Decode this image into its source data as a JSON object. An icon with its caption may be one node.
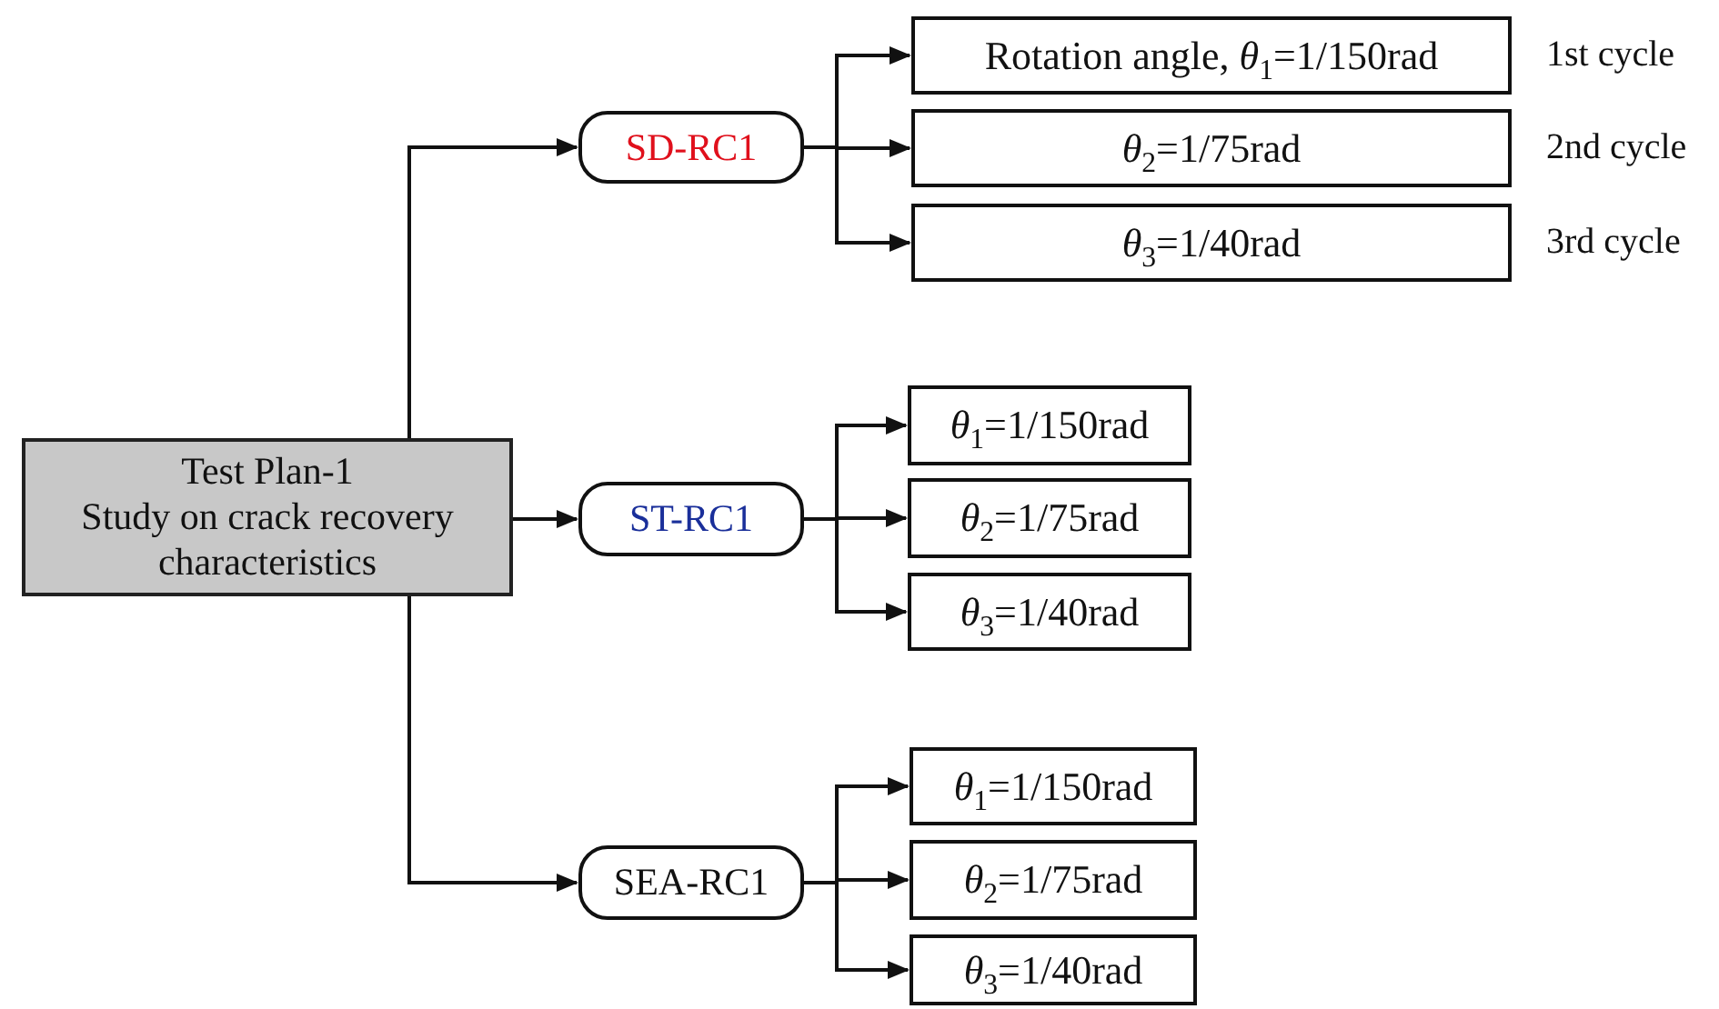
{
  "diagram": {
    "nodes": [
      {
        "text": [
          "Test Plan-1",
          "Study on crack recovery characteristics"
        ]
      },
      {
        "text": [
          "SD-RC1"
        ]
      },
      {
        "text": [
          "Rotation angle, *θ*$_{1}$=1/150rad"
        ],
        "beside": [
          "1st cycle"
        ]
      },
      {
        "text": [
          "*θ*$_{2}$=1/75rad"
        ],
        "beside": [
          "2nd cycle"
        ]
      },
      {
        "text": [
          "*θ*$_{3}$=1/40rad"
        ],
        "beside": [
          "3rd cycle"
        ]
      },
      {
        "text": [
          "ST-RC1"
        ]
      },
      {
        "text": [
          "*θ*$_{1}$=1/150rad"
        ]
      },
      {
        "text": [
          "*θ*$_{2}$=1/75rad"
        ]
      },
      {
        "text": [
          "*θ*$_{3}$=1/40rad"
        ]
      },
      {
        "text": [
          "SEA-RC1"
        ]
      },
      {
        "text": [
          "*θ*$_{1}$=1/150rad"
        ]
      },
      {
        "text": [
          "*θ*$_{2}$=1/75rad"
        ]
      },
      {
        "text": [
          "*θ*$_{3}$=1/40rad"
        ]
      }
    ],
    "edges": [
      {
        "from": 0,
        "to": 1,
        "arrow": "to"
      },
      {
        "from": 0,
        "to": 5,
        "arrow": "to"
      },
      {
        "from": 0,
        "to": 9,
        "arrow": "to"
      },
      {
        "from": 1,
        "to": 2,
        "arrow": "to"
      },
      {
        "from": 1,
        "to": 3,
        "arrow": "to"
      },
      {
        "from": 1,
        "to": 4,
        "arrow": "to"
      },
      {
        "from": 5,
        "to": 6,
        "arrow": "to"
      },
      {
        "from": 5,
        "to": 7,
        "arrow": "to"
      },
      {
        "from": 5,
        "to": 8,
        "arrow": "to"
      },
      {
        "from": 9,
        "to": 10,
        "arrow": "to"
      },
      {
        "from": 9,
        "to": 11,
        "arrow": "to"
      },
      {
        "from": 9,
        "to": 12,
        "arrow": "to"
      }
    ]
  }
}
